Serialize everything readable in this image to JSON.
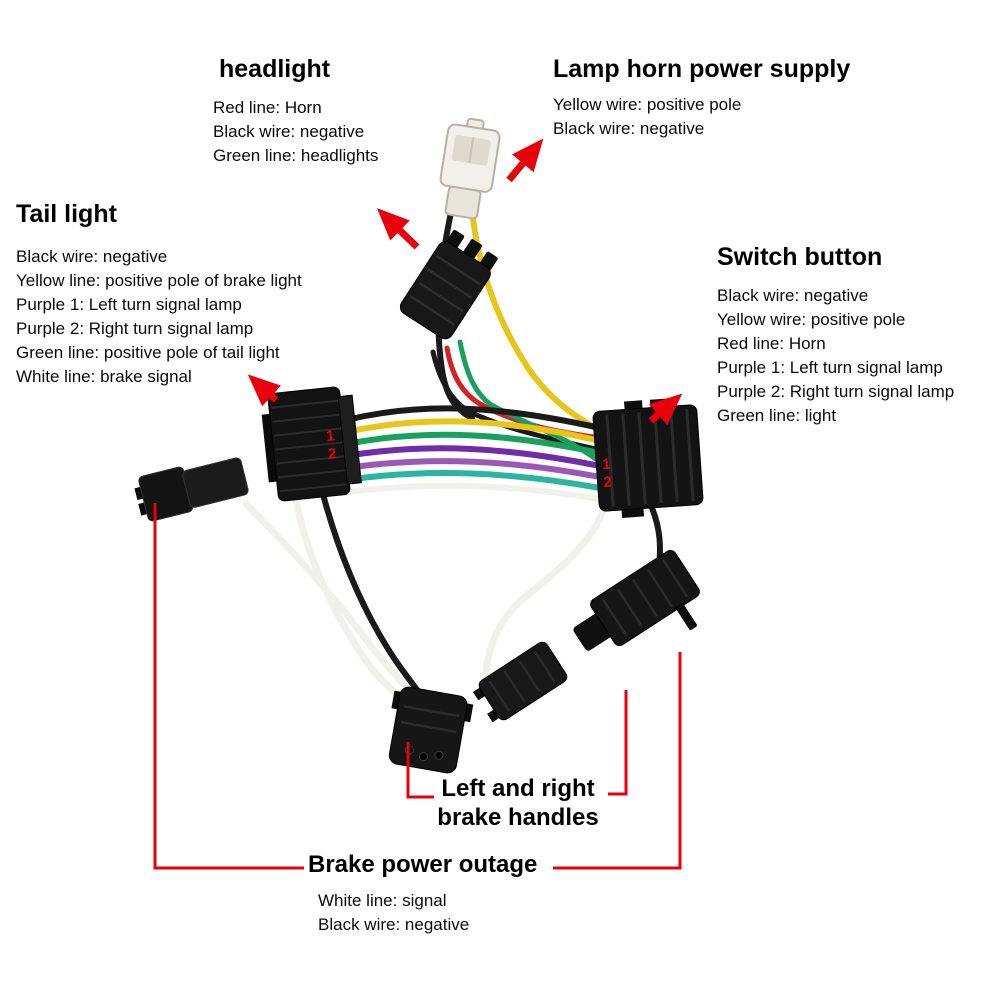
{
  "annotations": {
    "headlight": {
      "title": "headlight",
      "lines": [
        "Red line: Horn",
        "Black wire: negative",
        "Green line: headlights"
      ]
    },
    "lamp_horn_power_supply": {
      "title": "Lamp horn power supply",
      "lines": [
        "Yellow wire: positive pole",
        "Black wire: negative"
      ]
    },
    "tail_light": {
      "title": "Tail light",
      "lines": [
        "Black wire: negative",
        "Yellow line: positive pole of brake light",
        "Purple 1: Left turn signal lamp",
        "Purple 2: Right turn signal lamp",
        "Green line: positive pole of tail light",
        "White line: brake signal"
      ]
    },
    "switch_button": {
      "title": "Switch button",
      "lines": [
        "Black wire: negative",
        "Yellow wire: positive pole",
        "Red line: Horn",
        "Purple 1: Left turn signal lamp",
        "Purple 2: Right turn signal lamp",
        "Green line: light"
      ]
    },
    "brake_handles": {
      "title_lines": [
        "Left and right",
        "brake handles"
      ]
    },
    "brake_power_outage": {
      "title": "Brake power outage",
      "lines": [
        "White line: signal",
        "Black wire: negative"
      ]
    }
  },
  "harness": {
    "left_connector_pins": [
      "1",
      "2"
    ],
    "right_connector_pins": [
      "1",
      "2"
    ]
  },
  "colors": {
    "annotation_red": "#e8000b",
    "wire_black": "#1a1a1a",
    "wire_yellow": "#e6c619",
    "wire_green": "#18a05c",
    "wire_teal": "#2ab5a0",
    "wire_purple_dark": "#6f2da8",
    "wire_purple_light": "#9b59b6",
    "wire_red": "#d42027",
    "wire_white": "#f2f0ea",
    "connector_black": "#141414",
    "connector_white": "#f3f0e9"
  }
}
